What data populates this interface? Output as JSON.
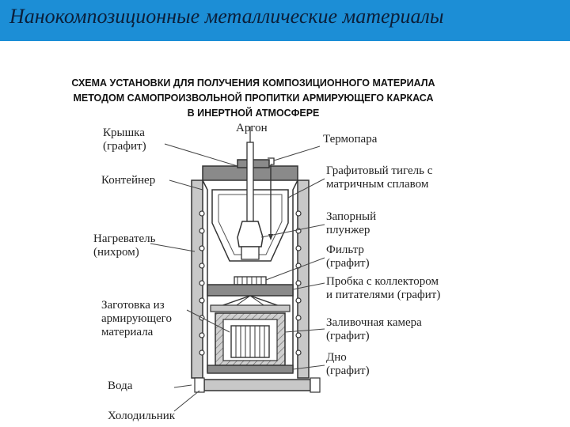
{
  "header": {
    "title": "Нанокомпозиционные металлические материалы"
  },
  "caption": {
    "line1": "СХЕМА УСТАНОВКИ ДЛЯ ПОЛУЧЕНИЯ КОМПОЗИЦИОННОГО МАТЕРИАЛА",
    "line2": "МЕТОДОМ САМОПРОИЗВОЛЬНОЙ ПРОПИТКИ АРМИРУЮЩЕГО КАРКАСА",
    "line3": "В ИНЕРТНОЙ АТМОСФЕРЕ"
  },
  "labels": {
    "lid": "Крышка\n(графит)",
    "argon": "Аргон",
    "thermocouple": "Термопара",
    "container": "Контейнер",
    "crucible": "Графитовый тигель с\nматричным сплавом",
    "plunger": "Запорный\nплунжер",
    "heater": "Нагреватель\n(нихром)",
    "filter": "Фильтр\n(графит)",
    "plug": "Пробка с коллектором\nи питателями (графит)",
    "preform": "Заготовка из\nармирующего\nматериала",
    "chamber": "Заливочная камера\n(графит)",
    "bottom": "Дно\n(графит)",
    "water": "Вода",
    "cooler": "Холодильник"
  },
  "colors": {
    "header": "#1c8ed6",
    "stroke": "#333333",
    "fill_gray": "#c8c8c8",
    "fill_dark": "#8a8a8a"
  }
}
